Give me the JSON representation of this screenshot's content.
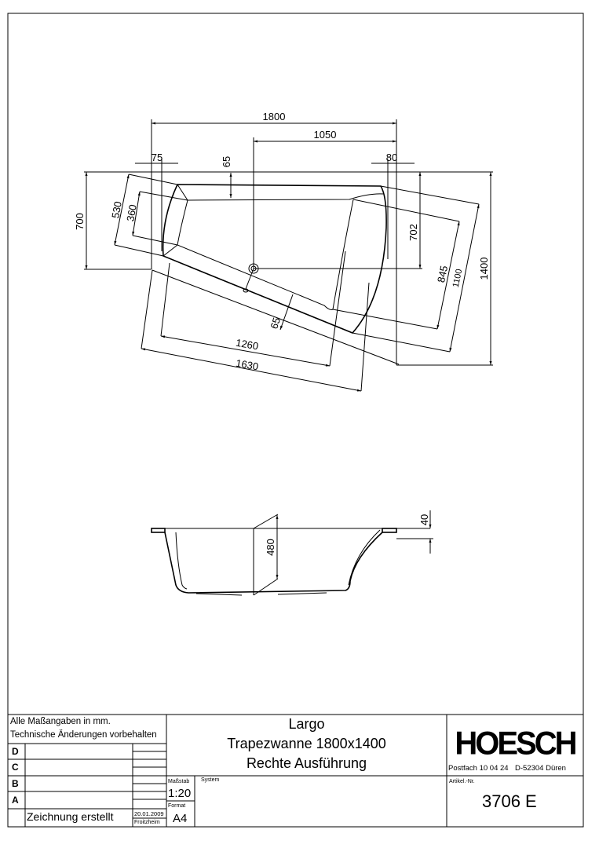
{
  "drawing": {
    "top_view_dimensions": {
      "overall_width": "1800",
      "drain_offset": "1050",
      "left_rim": "75",
      "right_rim": "80",
      "top_rim": "65",
      "left_height": "700",
      "outer_left": "530",
      "inner_left": "360",
      "drain_height": "702",
      "inner_right": "845",
      "outer_right": "1100",
      "overall_depth": "1400",
      "inner_length": "1260",
      "outer_length": "1630",
      "front_rim": "65"
    },
    "side_view_dimensions": {
      "depth": "480",
      "rim_height": "40"
    }
  },
  "title_block": {
    "note_line1": "Alle Maßangaben in mm.",
    "note_line2": "Technische Änderungen vorbehalten",
    "revisions": [
      "D",
      "C",
      "B",
      "A"
    ],
    "created_label": "Zeichnung erstellt",
    "created_date": "20.01.2009",
    "created_by": "Froitzheim",
    "scale_label": "Maßstab",
    "scale_value": "1:20",
    "format_label": "Format",
    "format_value": "A4",
    "system_label": "System",
    "product_name": "Largo",
    "product_type": "Trapezwanne 1800x1400",
    "product_variant": "Rechte Ausführung",
    "company_logo": "HOESCH",
    "company_address": "Postfach 10 04 24",
    "company_city": "D-52304 Düren",
    "article_label": "Artikel.-Nr.",
    "article_number": "3706 E"
  }
}
